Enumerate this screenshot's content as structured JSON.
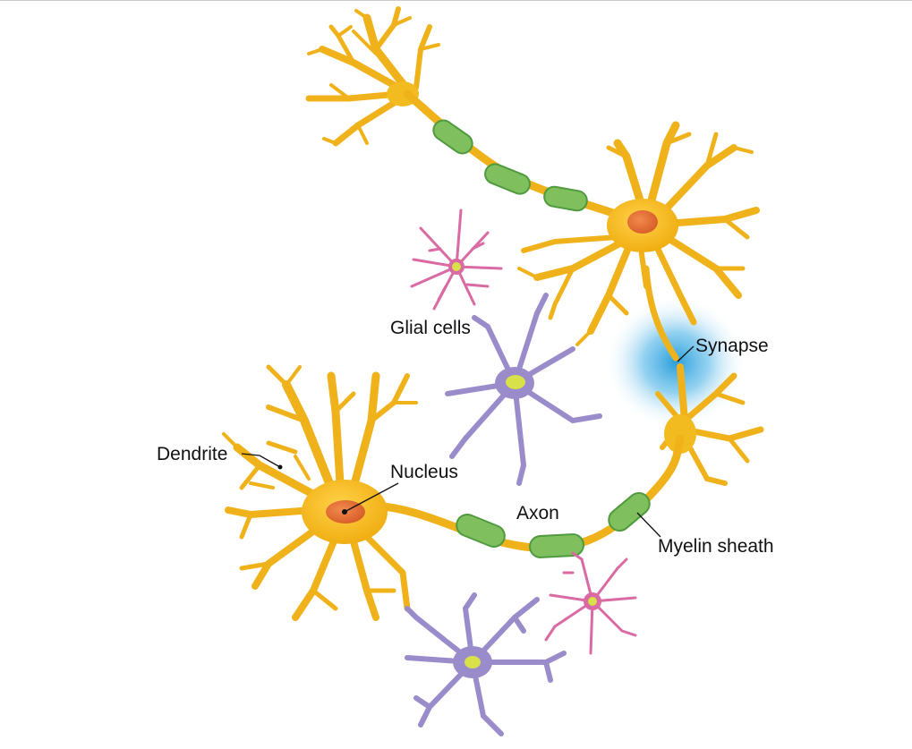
{
  "labels": {
    "glial_cells": "Glial cells",
    "synapse": "Synapse",
    "dendrite": "Dendrite",
    "nucleus": "Nucleus",
    "axon": "Axon",
    "myelin_sheath": "Myelin sheath"
  },
  "colors": {
    "neuron_body": "#f2bb1f",
    "neuron_edge": "#d99a12",
    "myelin": "#7fbf5e",
    "myelin_edge": "#4f9a3e",
    "nucleus": "#e8743b",
    "glial_pink": "#d96aa3",
    "glial_purple": "#9a8ccb",
    "glial_core": "#d8e04a",
    "synapse_glow": "#2ea3df"
  }
}
